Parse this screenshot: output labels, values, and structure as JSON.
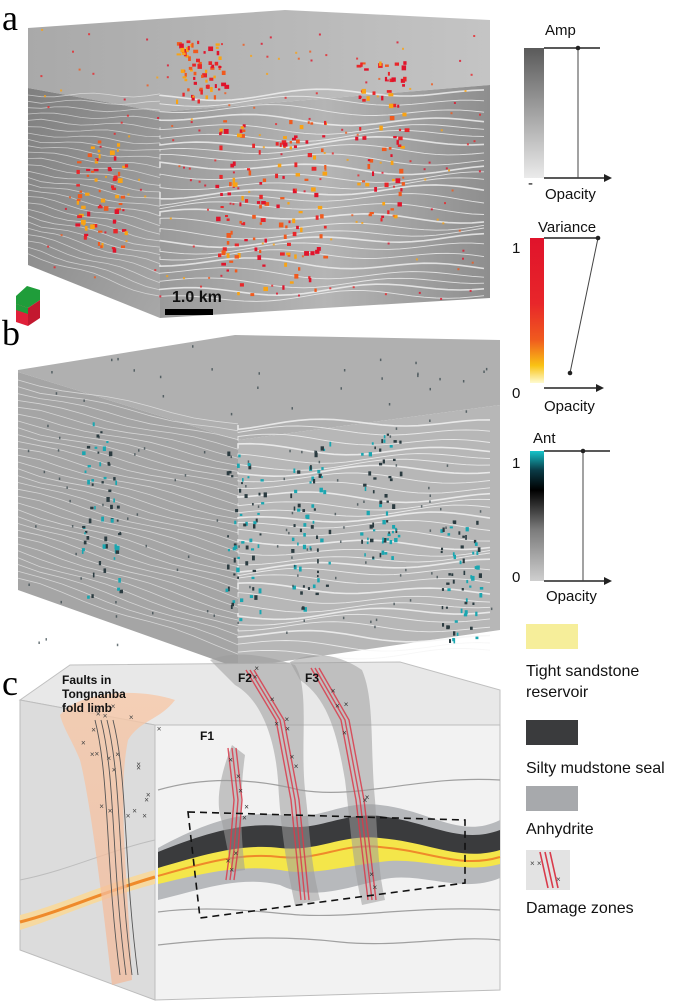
{
  "panels": {
    "a": {
      "letter": "a",
      "scale_bar": "1.0 km"
    },
    "b": {
      "letter": "b"
    },
    "c": {
      "letter": "c",
      "annotation": [
        "Faults in",
        "Tongnanba",
        "fold limb"
      ],
      "faults": [
        "F1",
        "F2",
        "F3"
      ]
    }
  },
  "colorbars": {
    "amp": {
      "title": "Amp",
      "top": "+",
      "bottom": "-",
      "axis": "Opacity",
      "colors": [
        "#5a5a5a",
        "#ebebeb"
      ]
    },
    "variance": {
      "title": "Variance",
      "top": "1",
      "bottom": "0",
      "axis": "Opacity",
      "colors": [
        "#e0132b",
        "#f05a1e",
        "#f9c314",
        "#fefbd0"
      ]
    },
    "ant": {
      "title": "Ant",
      "top": "1",
      "bottom": "0",
      "axis": "Opacity",
      "colors": [
        "#16c3c9",
        "#000000",
        "#7a7a7a",
        "#cfcfcf"
      ]
    }
  },
  "legend": {
    "items": [
      {
        "lines": [
          "Tight sandstone",
          "reservoir"
        ],
        "color": "#f6ee9a"
      },
      {
        "lines": [
          "Silty mudstone seal"
        ],
        "color": "#3a3b3d"
      },
      {
        "lines": [
          "Anhydrite"
        ],
        "color": "#a7a9ac"
      },
      {
        "lines": [
          "Damage zones"
        ],
        "color": "#e0e0e0"
      }
    ]
  }
}
